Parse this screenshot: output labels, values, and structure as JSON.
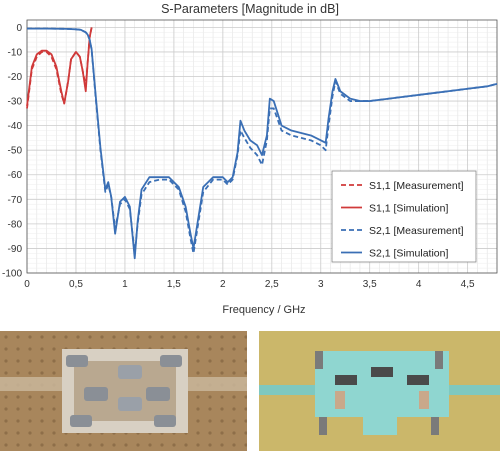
{
  "chart_data": {
    "type": "line",
    "title": "S-Parameters [Magnitude in dB]",
    "xlabel": "Frequency / GHz",
    "ylabel": "",
    "xlim": [
      0,
      4.8
    ],
    "ylim": [
      -100,
      3
    ],
    "xticks": [
      0,
      0.5,
      1,
      1.5,
      2,
      2.5,
      3,
      3.5,
      4,
      4.5
    ],
    "xtick_labels": [
      "0",
      "0,5",
      "1",
      "1,5",
      "2",
      "2,5",
      "3",
      "3,5",
      "4",
      "4,5"
    ],
    "yticks": [
      0,
      -10,
      -20,
      -30,
      -40,
      -50,
      -60,
      -70,
      -80,
      -90,
      -100
    ],
    "ytick_labels": [
      "0",
      "-10",
      "-20",
      "-30",
      "-40",
      "-50",
      "-60",
      "-70",
      "-80",
      "-90",
      "-100"
    ],
    "grid": true,
    "legend_position": "center-right",
    "colors": {
      "s11": "#d03a3a",
      "s21": "#3a6fb5",
      "grid": "#cccccc",
      "axis": "#555555"
    },
    "series": [
      {
        "name": "S1,1 [Measurement]",
        "color": "#d03a3a",
        "dash": true,
        "x": [
          0,
          0.05,
          0.1,
          0.15,
          0.2,
          0.25,
          0.3,
          0.35,
          0.38,
          0.42,
          0.45,
          0.5,
          0.54,
          0.57,
          0.6,
          0.62,
          0.64,
          0.66
        ],
        "y": [
          -33,
          -17,
          -12,
          -10,
          -10,
          -12,
          -17,
          -27,
          -31,
          -22,
          -13,
          -10,
          -12,
          -18,
          -24,
          -14,
          -4,
          0
        ]
      },
      {
        "name": "S1,1 [Simulation]",
        "color": "#d03a3a",
        "dash": false,
        "x": [
          0,
          0.05,
          0.1,
          0.15,
          0.2,
          0.25,
          0.3,
          0.35,
          0.38,
          0.42,
          0.45,
          0.5,
          0.54,
          0.57,
          0.6,
          0.62,
          0.64,
          0.66
        ],
        "y": [
          -32,
          -16,
          -11,
          -9.5,
          -9.5,
          -11,
          -16,
          -26,
          -31,
          -22,
          -13,
          -10,
          -12,
          -18,
          -26,
          -14,
          -4,
          0
        ]
      },
      {
        "name": "S2,1 [Measurement]",
        "color": "#3a6fb5",
        "dash": true,
        "x": [
          0,
          0.2,
          0.4,
          0.5,
          0.55,
          0.6,
          0.62,
          0.64,
          0.66,
          0.7,
          0.75,
          0.8,
          0.83,
          0.86,
          0.9,
          0.95,
          1.0,
          1.05,
          1.1,
          1.13,
          1.17,
          1.25,
          1.35,
          1.45,
          1.55,
          1.62,
          1.67,
          1.7,
          1.74,
          1.8,
          1.9,
          2.0,
          2.05,
          2.1,
          2.15,
          2.18,
          2.22,
          2.28,
          2.35,
          2.4,
          2.45,
          2.48,
          2.52,
          2.6,
          2.7,
          2.8,
          2.9,
          3.0,
          3.05,
          3.08,
          3.12,
          3.15,
          3.2,
          3.3,
          3.4,
          3.5,
          3.7,
          3.9,
          4.1,
          4.3,
          4.5,
          4.7,
          4.8
        ],
        "y": [
          -0.5,
          -0.5,
          -0.6,
          -0.8,
          -1,
          -2,
          -3,
          -5,
          -9,
          -28,
          -50,
          -67,
          -64,
          -69,
          -82,
          -72,
          -70,
          -74,
          -92,
          -80,
          -68,
          -63,
          -62,
          -62,
          -66,
          -75,
          -86,
          -92,
          -82,
          -67,
          -62,
          -62,
          -64,
          -62,
          -52,
          -42,
          -45,
          -49,
          -52,
          -56,
          -46,
          -33,
          -33,
          -42,
          -44,
          -45,
          -46,
          -48,
          -50,
          -40,
          -28,
          -22,
          -27,
          -30,
          -30,
          -30,
          -29,
          -28,
          -27,
          -26,
          -25,
          -24,
          -23
        ]
      },
      {
        "name": "S2,1 [Simulation]",
        "color": "#3a6fb5",
        "dash": false,
        "x": [
          0,
          0.2,
          0.4,
          0.5,
          0.55,
          0.6,
          0.62,
          0.64,
          0.66,
          0.7,
          0.75,
          0.8,
          0.83,
          0.86,
          0.9,
          0.95,
          1.0,
          1.05,
          1.1,
          1.13,
          1.17,
          1.25,
          1.35,
          1.45,
          1.55,
          1.62,
          1.67,
          1.7,
          1.74,
          1.8,
          1.9,
          2.0,
          2.05,
          2.1,
          2.15,
          2.18,
          2.22,
          2.28,
          2.35,
          2.4,
          2.45,
          2.48,
          2.52,
          2.6,
          2.7,
          2.8,
          2.9,
          3.0,
          3.05,
          3.08,
          3.12,
          3.15,
          3.2,
          3.3,
          3.4,
          3.5,
          3.7,
          3.9,
          4.1,
          4.3,
          4.5,
          4.7,
          4.8
        ],
        "y": [
          -0.5,
          -0.5,
          -0.6,
          -0.8,
          -1,
          -2,
          -3,
          -5,
          -9,
          -27,
          -49,
          -66,
          -63,
          -69,
          -84,
          -71,
          -69,
          -73,
          -94,
          -79,
          -66,
          -61,
          -61,
          -61,
          -65,
          -73,
          -84,
          -90,
          -80,
          -65,
          -61,
          -61,
          -63,
          -61,
          -51,
          -38,
          -42,
          -46,
          -48,
          -52,
          -44,
          -29,
          -30,
          -40,
          -42,
          -43,
          -44,
          -46,
          -47,
          -37,
          -26,
          -21,
          -26,
          -29,
          -30,
          -30,
          -29,
          -28,
          -27,
          -26,
          -25,
          -24,
          -23
        ]
      }
    ]
  }
}
